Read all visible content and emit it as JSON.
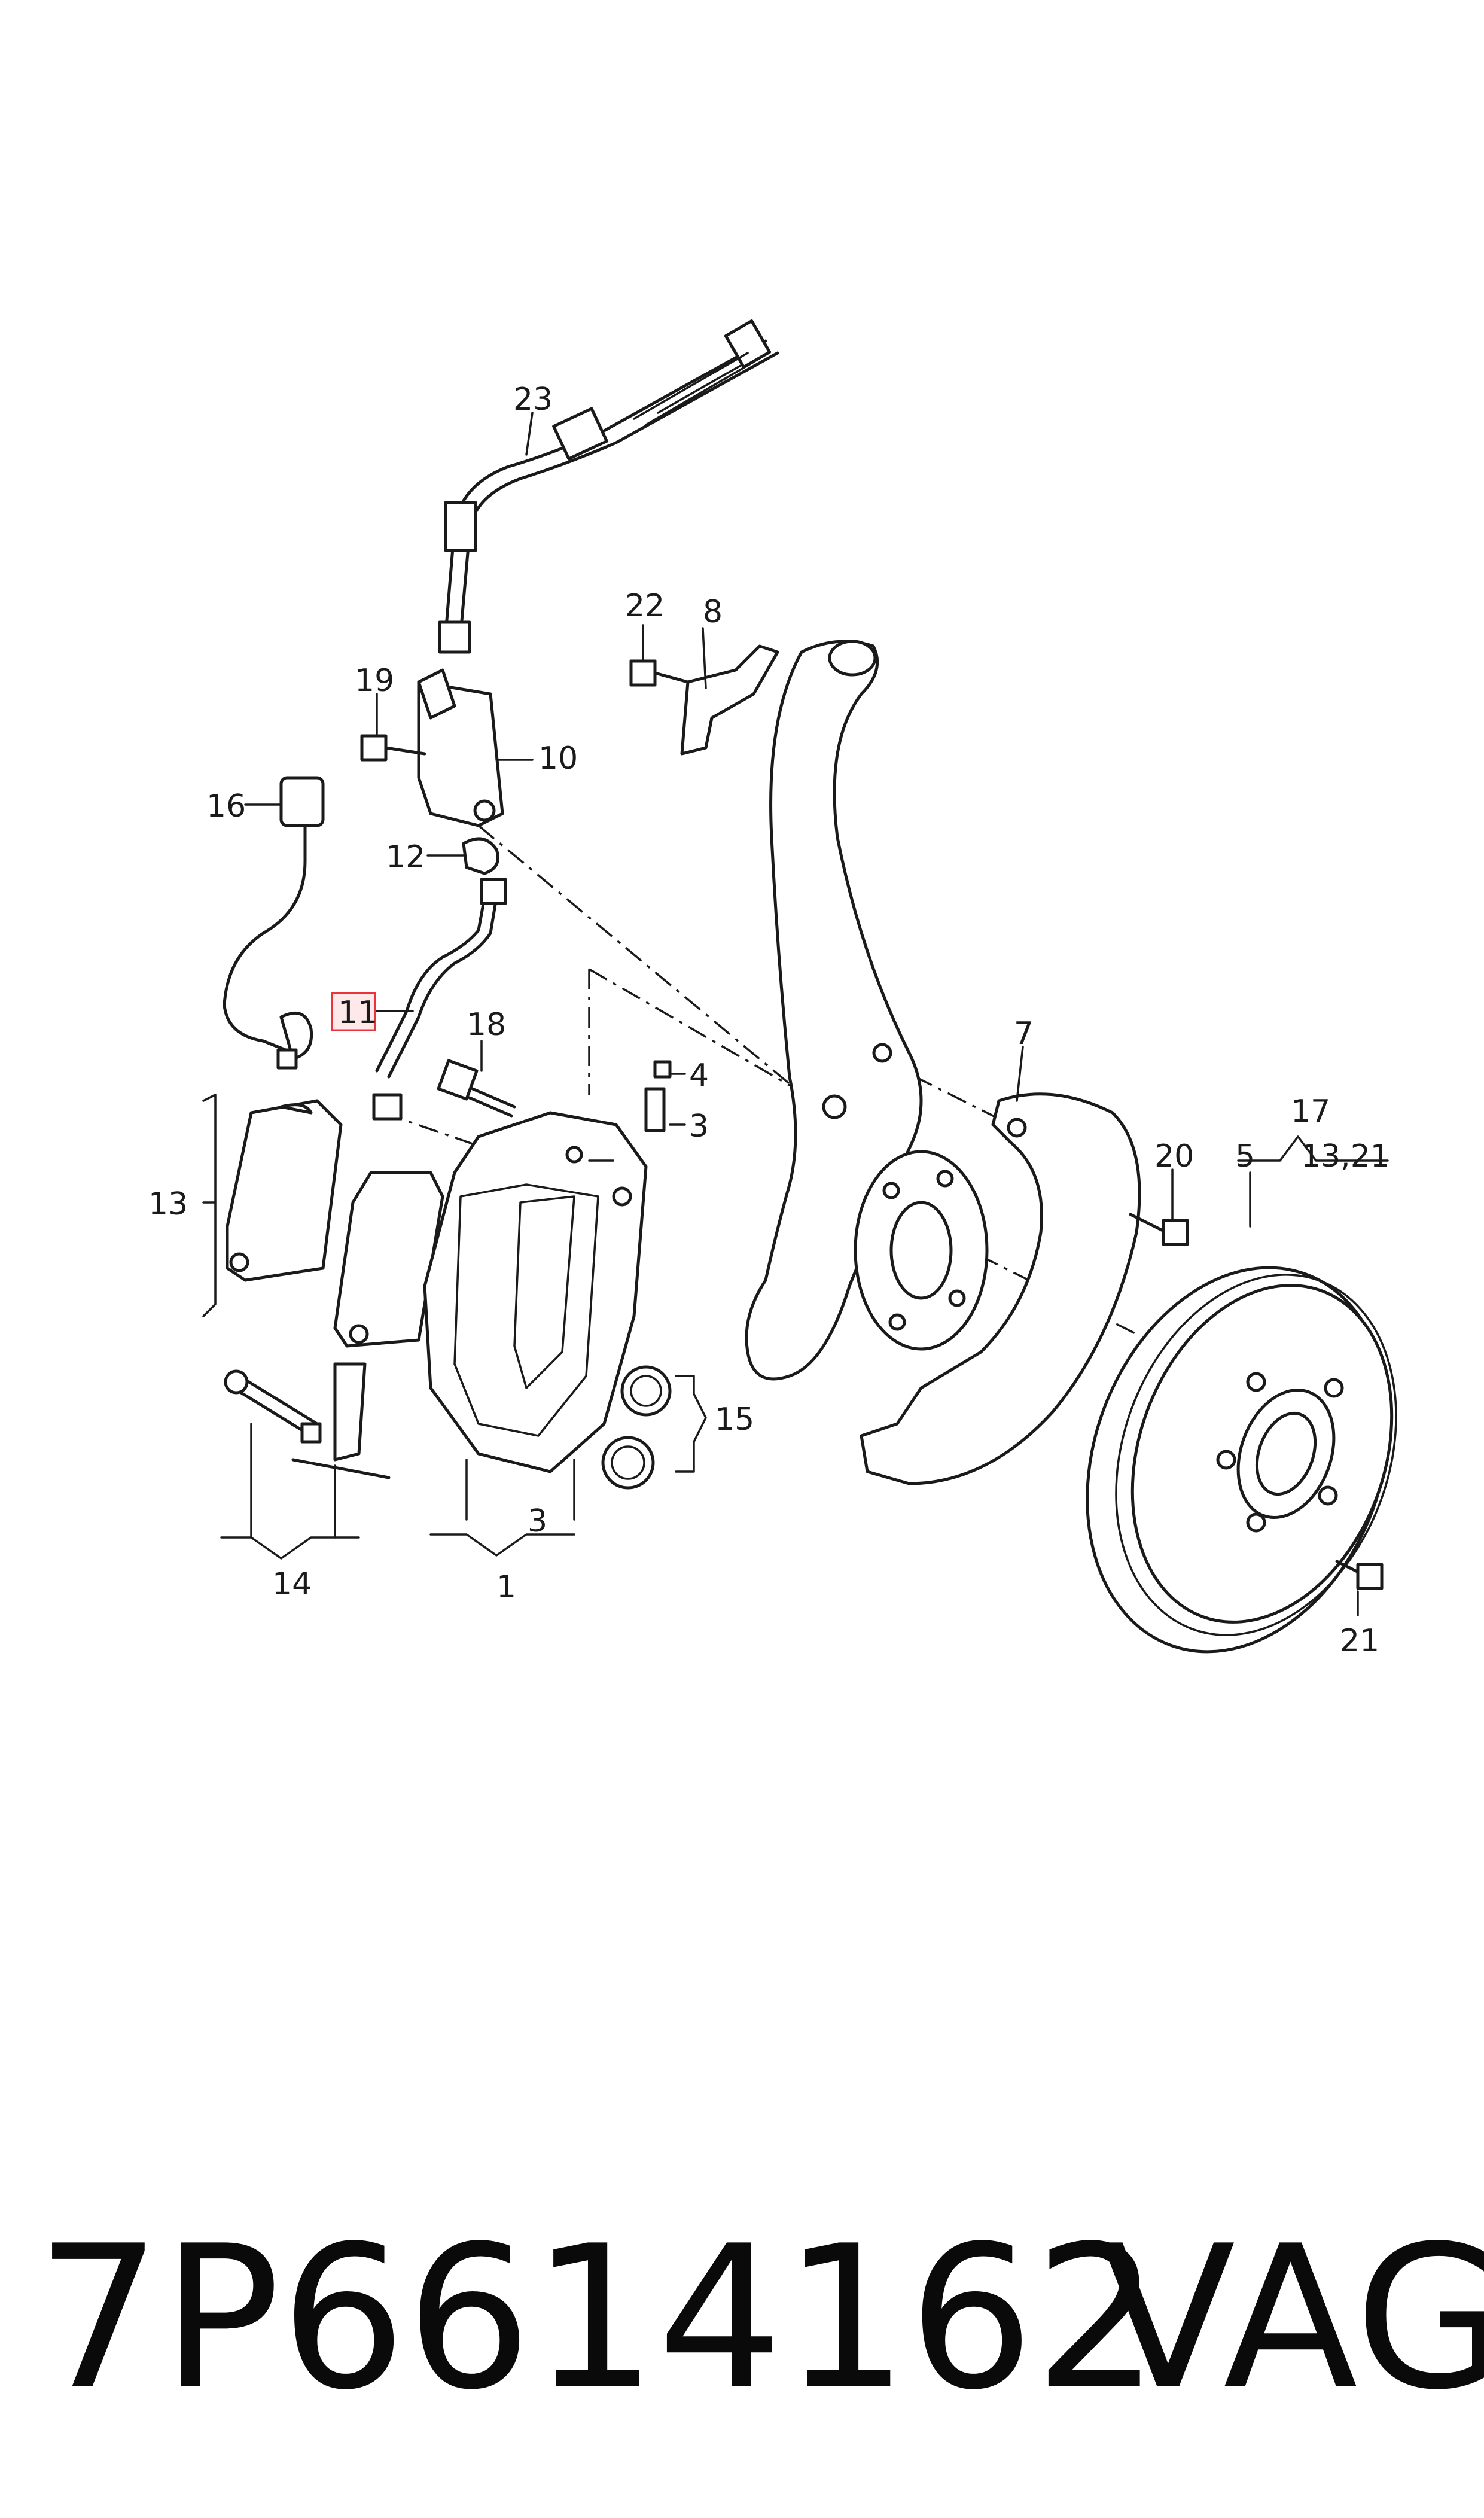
{
  "callouts": {
    "c1": "1",
    "c3a": "3",
    "c3b": "3",
    "c4": "4",
    "c5": "5",
    "c7": "7",
    "c8": "8",
    "c10": "10",
    "c11": "11",
    "c12": "12",
    "c13": "13",
    "c14": "14",
    "c15": "15",
    "c16": "16",
    "c17": "17",
    "c1321": "13,21",
    "c18": "18",
    "c19": "19",
    "c20": "20",
    "c21": "21",
    "c22": "22",
    "c23": "23"
  },
  "highlight_color": "#e8343a",
  "footer": {
    "part_number": "7P6614162",
    "brand": "VAG"
  }
}
